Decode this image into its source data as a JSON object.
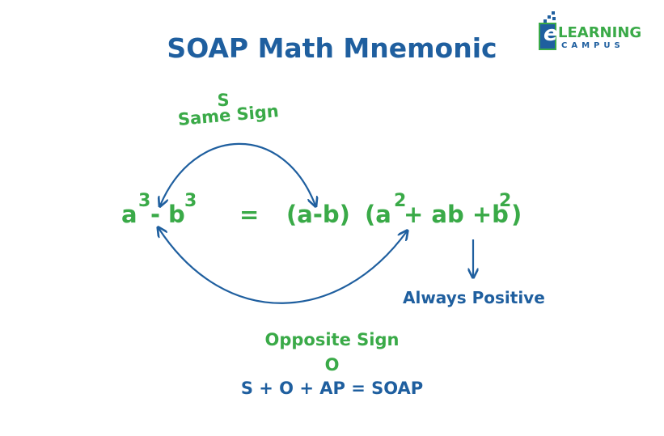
{
  "title": "SOAP Math Mnemonic",
  "logo": {
    "letter": "e",
    "line1": "LEARNING",
    "line2": "CAMPUS"
  },
  "top_label": {
    "letter": "S",
    "text": "Same Sign"
  },
  "equation": {
    "lhs_a": "a",
    "lhs_a_exp": "3",
    "minus": "-",
    "lhs_b": "b",
    "lhs_b_exp": "3",
    "equals": "=",
    "factor1": "(a-b)",
    "factor2_open": "(a",
    "factor2_exp1": "2",
    "factor2_mid": "+ ab +b",
    "factor2_exp2": "2",
    "factor2_close": ")"
  },
  "side_label": "Always Positive",
  "bottom_label": {
    "text": "Opposite Sign",
    "letter": "O"
  },
  "formula": "S + O + AP = SOAP",
  "colors": {
    "blue": "#1f5f9f",
    "green": "#3aaa48"
  }
}
